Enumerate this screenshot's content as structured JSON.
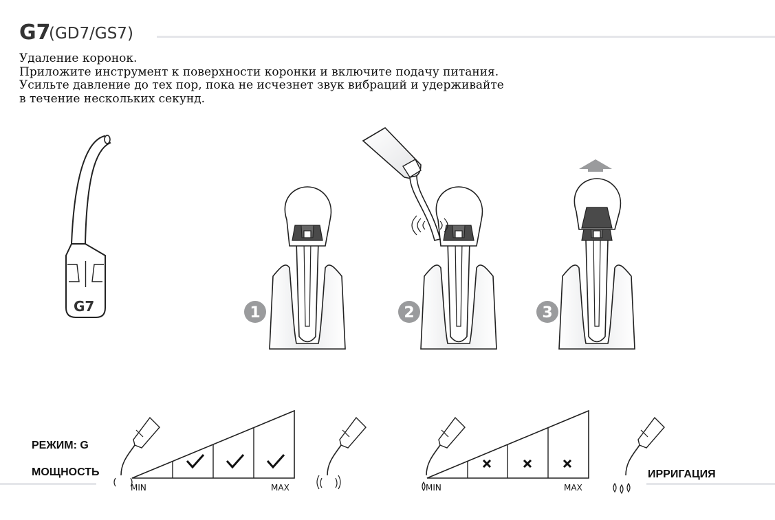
{
  "header": {
    "code": "G7",
    "variants": "(GD7/GS7)"
  },
  "description": {
    "line1": "Удаление коронок.",
    "line2": "Приложите инструмент к поверхности коронки и включите подачу питания.",
    "line3": "Усильте давление до тех пор, пока не исчезнет звук вибраций и удерживайте",
    "line4": "в течение нескольких секунд."
  },
  "tip": {
    "label": "G7"
  },
  "steps": [
    {
      "number": "1"
    },
    {
      "number": "2"
    },
    {
      "number": "3"
    }
  ],
  "settings": {
    "mode_label": "РЕЖИМ: G",
    "power_label": "МОЩНОСТЬ",
    "irrigation_label": "ИРРИГАЦИЯ",
    "power_scale": {
      "min": "MIN",
      "max": "MAX",
      "segments": [
        "empty",
        "check",
        "check",
        "check"
      ]
    },
    "irrigation_scale": {
      "min": "MIN",
      "max": "MAX",
      "segments": [
        "empty",
        "cross",
        "cross",
        "cross"
      ]
    }
  },
  "colors": {
    "rule": "#e5e6ea",
    "badge": "#9a9b9d",
    "crown_core": "#4a4a4a"
  }
}
